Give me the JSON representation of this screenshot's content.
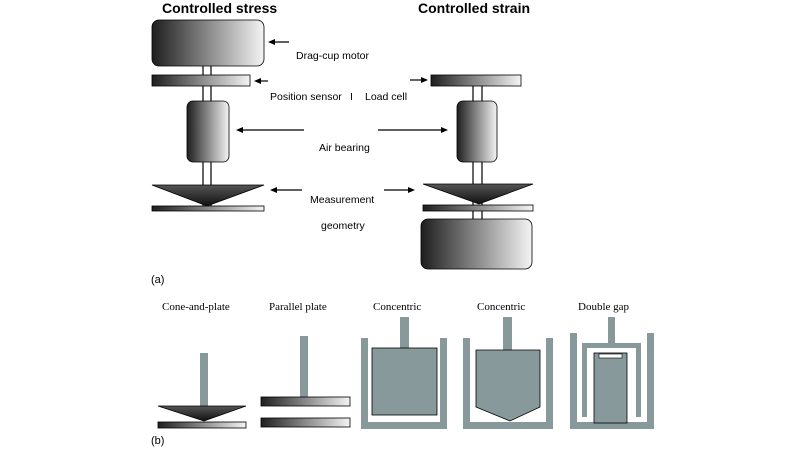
{
  "panel_a": {
    "headers": {
      "stress": "Controlled stress",
      "strain": "Controlled strain"
    },
    "labels": {
      "motor": "Drag-cup motor",
      "position": "Position sensor",
      "separator": "I",
      "loadcell": "Load cell",
      "bearing": "Air bearing",
      "measurement": "Measurement",
      "geometry": "geometry"
    },
    "panel_label": "(a)"
  },
  "panel_b": {
    "titles": {
      "cone": "Cone-and-plate",
      "parallel": "Parallel plate",
      "concentric1": "Concentric",
      "concentric2": "Concentric",
      "doublegap": "Double gap"
    },
    "panel_label": "(b)"
  },
  "colors": {
    "dark": "#222222",
    "light": "#f2f2f2",
    "geometry_grey": "#87999a"
  }
}
